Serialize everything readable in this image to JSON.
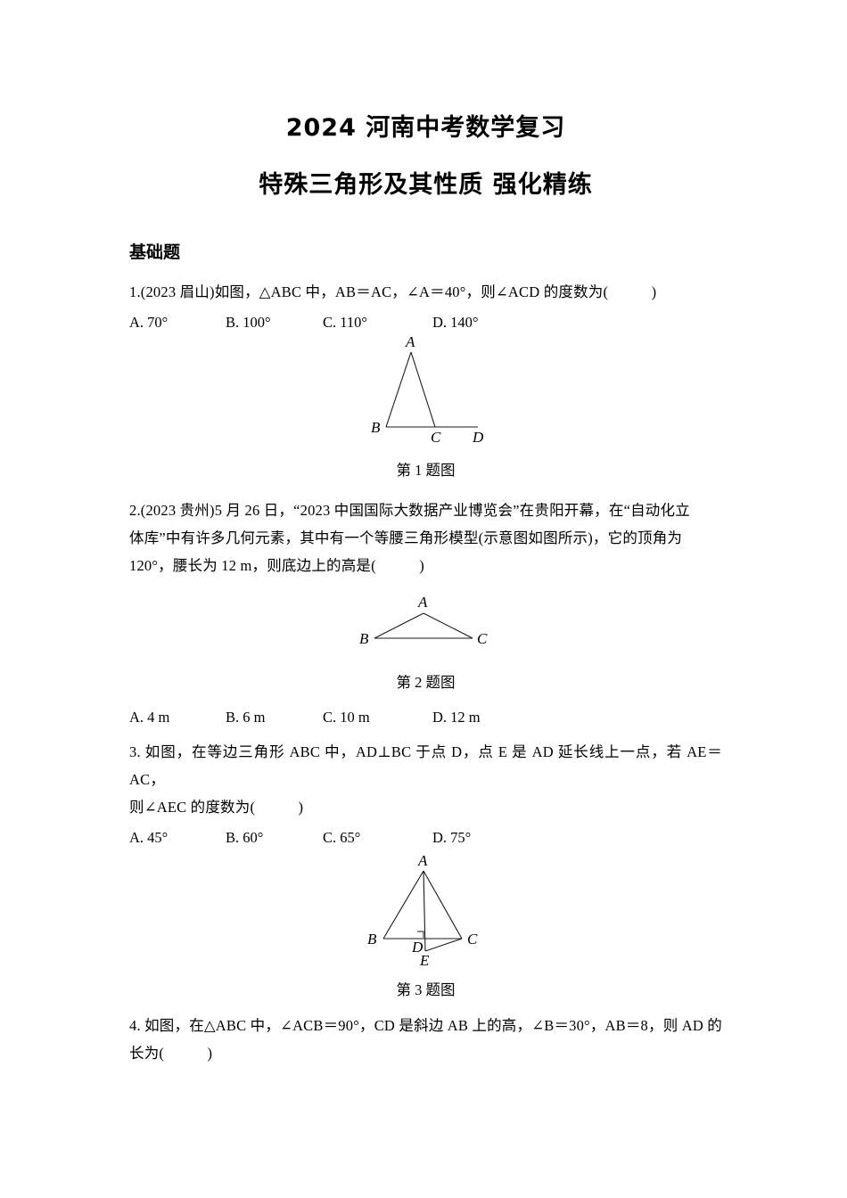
{
  "document": {
    "title": "2024 河南中考数学复习",
    "subtitle": "特殊三角形及其性质  强化精练",
    "section_heading": "基础题"
  },
  "questions": [
    {
      "number": "1",
      "text": "1.(2023 眉山)如图，△ABC 中，AB＝AC，∠A＝40°，则∠ACD 的度数为(",
      "text_tail": ")",
      "options": [
        "A. 70°",
        "B. 100°",
        "C. 110°",
        "D. 140°"
      ],
      "figure": {
        "caption": "第 1 题图",
        "labels": [
          "A",
          "B",
          "C",
          "D"
        ],
        "description": "isosceles-triangle-with-extended-base"
      }
    },
    {
      "number": "2",
      "text_line1": "2.(2023 贵州)5 月 26 日，“2023 中国国际大数据产业博览会”在贵阳开幕，在“自动化立",
      "text_line2": "体库”中有许多几何元素，其中有一个等腰三角形模型(示意图如图所示)，它的顶角为",
      "text_line3": "120°，腰长为 12 m，则底边上的高是(",
      "text_tail": ")",
      "options": [
        "A. 4 m",
        "B. 6 m",
        "C. 10 m",
        "D. 12 m"
      ],
      "figure": {
        "caption": "第 2 题图",
        "labels": [
          "A",
          "B",
          "C"
        ],
        "description": "obtuse-isosceles-triangle"
      }
    },
    {
      "number": "3",
      "text_line1": "3. 如图，在等边三角形 ABC 中，AD⊥BC 于点 D，点 E 是 AD 延长线上一点，若 AE＝AC，",
      "text_line2": "则∠AEC 的度数为(",
      "text_tail": ")",
      "options": [
        "A. 45°",
        "B. 60°",
        "C. 65°",
        "D. 75°"
      ],
      "figure": {
        "caption": "第 3 题图",
        "labels": [
          "A",
          "B",
          "C",
          "D",
          "E"
        ],
        "description": "equilateral-triangle-with-altitude-extended"
      }
    },
    {
      "number": "4",
      "text_line1": "4. 如图，在△ABC 中，∠ACB＝90°，CD 是斜边 AB 上的高，∠B＝30°，AB＝8，则 AD 的",
      "text_line2": "长为(",
      "text_tail": ")"
    }
  ],
  "colors": {
    "page_background": "#ffffff",
    "text": "#000000",
    "figure_stroke": "#1a1a1a"
  }
}
